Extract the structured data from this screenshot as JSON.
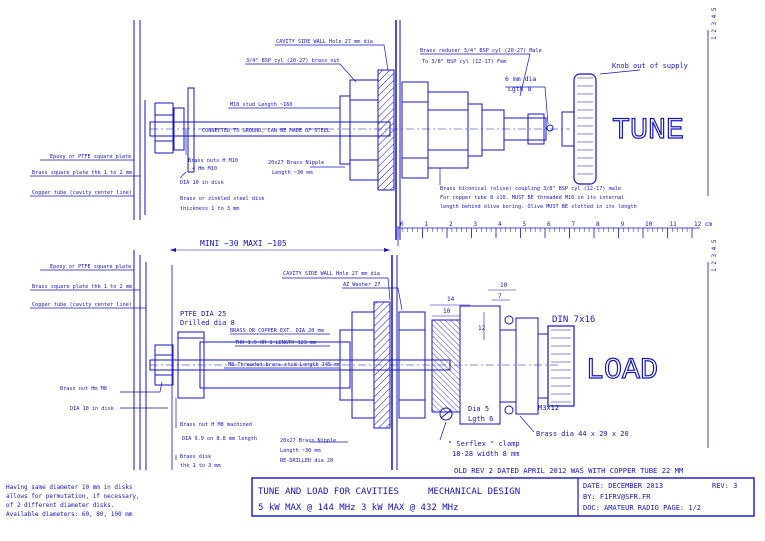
{
  "colors": {
    "ink": "#1515c8",
    "paper": "#ffffff"
  },
  "tune_labels": {
    "cavity_wall": "CAVITY SIDE WALL Hole 27 mm dia",
    "brass_nut": "3/4\" BSP cyl (20-27) brass nut",
    "reducer_1": "Brass reducer 3/4\" BSP cyl (20-27) Male",
    "reducer_2": "To 3/8\" BSP cyl (12-17) Fem",
    "knob": "Knob out of supply",
    "dia6": "6 mm dia",
    "lgth8": "Lgth 8",
    "stud": "M10 stud Length ~160",
    "ground": "CONNECTED TO GROUND, CAN BE MADE OF STEEL",
    "epoxy": "Epoxy or PTFE square plate",
    "nuts_m10": "Brass nuts H M10",
    "hm10": "+ Hm M10",
    "brass_plate": "Brass square plate thk 1 to 2 mm",
    "dia10": "DIA 10 in disk",
    "copper": "Copper tube (cavity center line)",
    "disk1": "Brass or zinkled steel disk",
    "disk2": "thickness 1 to 3 mm",
    "nipple1": "20x27 Brass Nipple",
    "nipple2": "Length ~30 mm",
    "olive1": "Brass biconical (olive) coupling 3/8\" BSP cyl (12-17) male",
    "olive2": "For copper tube 8 x10. MUST BE threaded M10 in its internal",
    "olive3": "length behind olive boring. Olive MUST BE slotted in its length",
    "title": "TUNE"
  },
  "ruler": {
    "ticks": [
      "0",
      "1",
      "2",
      "3",
      "4",
      "5",
      "6",
      "7",
      "8",
      "9",
      "10",
      "11",
      "12"
    ],
    "unit": "cm"
  },
  "side_ticks_top": "1 2 3 4 5",
  "side_ticks_bottom": "1 2 3 4 5",
  "load_labels": {
    "mini_maxi": "MINI ~30  MAXI ~105",
    "cavity_wall": "CAVITY SIDE WALL Hole 27 mm dia",
    "washer": "AZ Washer 27",
    "epoxy": "Epoxy or PTFE square plate",
    "brass_plate": "Brass square plate thk 1 to 2 mm",
    "copper": "Copper tube (cavity center line)",
    "ptfe1": "PTFE DIA 25",
    "ptfe2": "Drilled dia 8",
    "tube_ext": "BRASS OR COPPER EXT. DIA 20 mm",
    "thk": "THK 1.5 OR 1  LENGTH 123 mm",
    "m8stud": "M8 Threaded brass stud  Length 145 mm",
    "nut_m8": "Brass nut Hm M8",
    "dia10": "DIA 10 in disk",
    "nut_machined": "Brass nut H M8 machined",
    "dia99": "DIA 9.9 on 8.8 mm length",
    "disk1": "Brass disk",
    "disk2": "thk 1 to 3 mm",
    "nipple1": "20x27 Brass Nipple",
    "nipple2": "Length ~30 mm",
    "nipple3": "RE-DRILLED dia 20",
    "d14": "14",
    "d10a": "10",
    "d10b": "10",
    "d7": "7",
    "d12": "12",
    "din": "DIN 7x16",
    "m3": "M3x12",
    "dia5": "Dia 5",
    "lgth6": "Lgth 6",
    "serflex1": "\" Serflex \" clamp",
    "serflex2": "18-28 width 8 mm",
    "brassdia": "Brass dia 44 x 29 x 20",
    "title": "LOAD"
  },
  "footer": {
    "old_rev": "OLD REV 2 DATED APRIL 2012 WAS WITH COPPER TUBE 22 MM",
    "note": [
      "Having same diameter 10 mm in disks",
      "allows for permutation, if necessary,",
      "of 2 different diameter disks.",
      "Available diameters: 60, 80, 100 mm"
    ],
    "tb_title": "TUNE AND LOAD FOR CAVITIES",
    "tb_design": "MECHANICAL DESIGN",
    "tb_power": "5 kW MAX @ 144 MHz   3 kW MAX @ 432 MHz",
    "tb_date": "DATE: DECEMBER 2013",
    "tb_rev": "REV: 3",
    "tb_by": "BY: F1FRV@SFR.FR",
    "tb_doc": "DOC: AMATEUR RADIO  PAGE: 1/2"
  }
}
